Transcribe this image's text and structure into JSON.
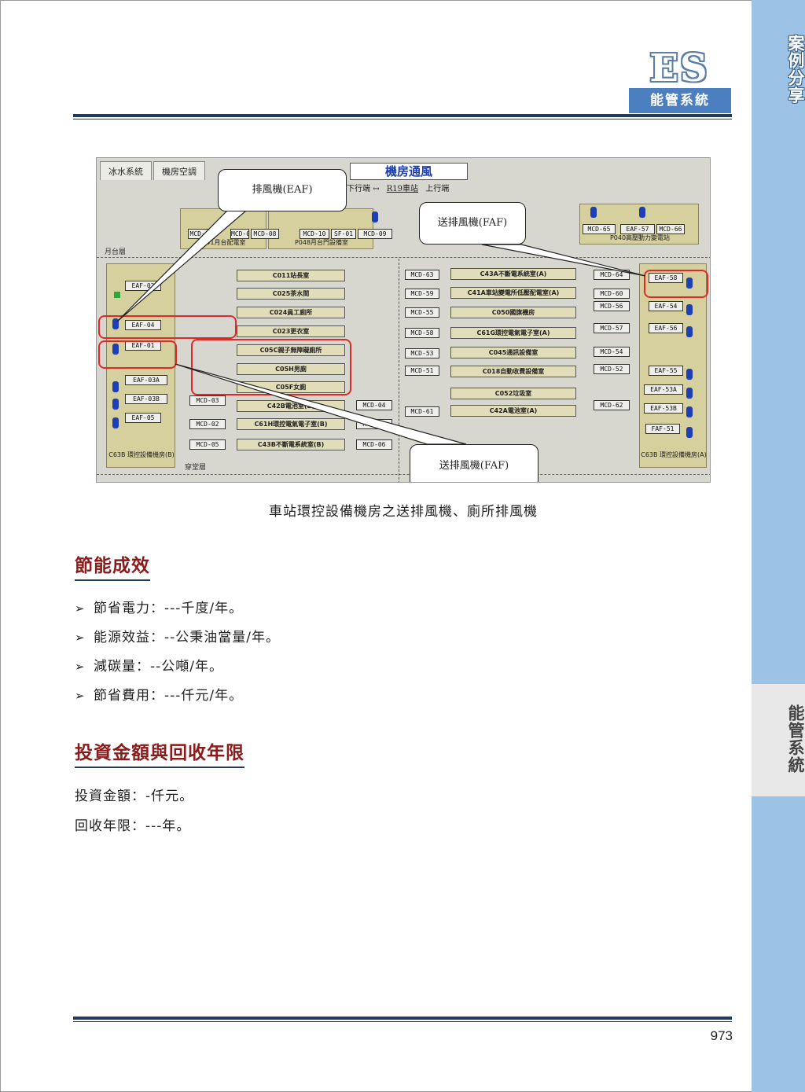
{
  "side": {
    "top_label": "案例分享",
    "mid_label": "能管系統"
  },
  "header": {
    "logo": "ES",
    "logo_label": "能管系統"
  },
  "figure": {
    "tabs": [
      "冰水系統",
      "機房空調"
    ],
    "title": "機房通風",
    "dir_down": "下行端",
    "station": "R19車站",
    "dir_up": "上行端",
    "floor_platform": "月台層",
    "floor_concourse": "穿堂層",
    "panels": {
      "p41": "P41月台配電室",
      "p048": "P048月台門設備室",
      "p040": "P040高壓動力變電站",
      "c63b_left": "C63B 環控設備機房(B)",
      "c63b_right": "C63B 環控設備機房(A)"
    },
    "left_eq": [
      "EAF-02",
      "EAF-04",
      "EAF-01",
      "EAF-03A",
      "EAF-03B",
      "EAF-05"
    ],
    "top_left_eq": [
      "MCD-07",
      "MCD-06",
      "MCD-08",
      "MCD-10",
      "SF-01",
      "MCD-09"
    ],
    "top_right_eq": [
      "MCD-65",
      "EAF-57",
      "MCD-66"
    ],
    "rooms_left": [
      "C011站長室",
      "C025茶水間",
      "C024員工廁所",
      "C023更衣室",
      "C05C親子無障礙廁所",
      "C05H男廁",
      "C05F女廁"
    ],
    "rooms_left_lower": [
      "C42B電池室(B)",
      "C61H環控電氣電子室(B)",
      "C43B不斷電系統室(B)"
    ],
    "eq_left_lower": [
      "MCD-03",
      "MCD-02",
      "MCD-05",
      "MCD-04",
      "MCD-05",
      "MCD-06"
    ],
    "rooms_right": [
      "C43A不斷電系統室(A)",
      "C41A車站變電所低壓配電室(A)",
      "C050國旗機房",
      "C61G環控電氣電子室(A)",
      "C045通訊設備室",
      "C018自動收費設備室",
      "C052垃圾室",
      "C42A電池室(A)"
    ],
    "eq_right_a": [
      "MCD-63",
      "MCD-59",
      "MCD-55",
      "MCD-58",
      "MCD-53",
      "MCD-51",
      "MCD-61"
    ],
    "eq_right_b": [
      "MCD-64",
      "MCD-60",
      "MCD-56",
      "MCD-57",
      "MCD-54",
      "MCD-52",
      "MCD-62"
    ],
    "right_eq": [
      "EAF-58",
      "EAF-54",
      "EAF-56",
      "EAF-55",
      "EAF-53A",
      "EAF-53B",
      "FAF-51"
    ],
    "callouts": {
      "eaf": "排風機(EAF)",
      "faf_top": "送排風機(FAF)",
      "faf_bottom": "送排風機(FAF)"
    }
  },
  "caption": "車站環控設備機房之送排風機、廁所排風機",
  "section1": {
    "title": "節能成效",
    "items": [
      "節省電力：---千度/年。",
      "能源效益：--公秉油當量/年。",
      "減碳量：--公噸/年。",
      "節省費用：---仟元/年。"
    ]
  },
  "section2": {
    "title": "投資金額與回收年限",
    "lines": [
      "投資金額：-仟元。",
      "回收年限：---年。"
    ]
  },
  "page_number": "973"
}
